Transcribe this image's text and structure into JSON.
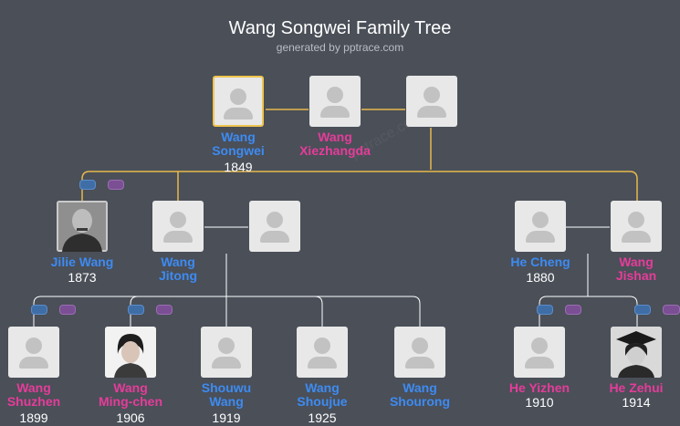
{
  "header": {
    "title": "Wang Songwei Family Tree",
    "subtitle": "generated by pptrace.com",
    "watermark": "pptrace.com"
  },
  "colors": {
    "background": "#4a4f58",
    "male": "#3d8bf2",
    "female": "#e63c9a",
    "root_highlight": "#f0c44d",
    "line_gold": "#e8b84a",
    "line_white": "#ffffff"
  },
  "people": {
    "wang_songwei": {
      "name1": "Wang",
      "name2": "Songwei",
      "year": "1849",
      "gender": "male",
      "icon": "person-placeholder"
    },
    "wang_xiezhangda": {
      "name1": "Wang",
      "name2": "Xiezhangda",
      "year": "",
      "gender": "female",
      "icon": "person-placeholder"
    },
    "spouse_unnamed": {
      "icon": "person-placeholder"
    },
    "jilie_wang": {
      "name1": "Jilie Wang",
      "year": "1873",
      "gender": "male",
      "icon": "photo-elderly-man"
    },
    "wang_jitong": {
      "name1": "Wang",
      "name2": "Jitong",
      "year": "",
      "gender": "male",
      "icon": "person-placeholder"
    },
    "jitong_spouse": {
      "icon": "person-placeholder"
    },
    "he_cheng": {
      "name1": "He Cheng",
      "year": "1880",
      "gender": "male",
      "icon": "person-placeholder"
    },
    "wang_jishan": {
      "name1": "Wang",
      "name2": "Jishan",
      "year": "",
      "gender": "female",
      "icon": "person-placeholder"
    },
    "wang_shuzhen": {
      "name1": "Wang",
      "name2": "Shuzhen",
      "year": "1899",
      "gender": "female",
      "icon": "person-placeholder"
    },
    "wang_mingchen": {
      "name1": "Wang",
      "name2": "Ming-chen",
      "year": "1906",
      "gender": "female",
      "icon": "photo-young-woman"
    },
    "shouwu_wang": {
      "name1": "Shouwu",
      "name2": "Wang",
      "year": "1919",
      "gender": "male",
      "icon": "person-placeholder"
    },
    "wang_shoujue": {
      "name1": "Wang",
      "name2": "Shoujue",
      "year": "1925",
      "gender": "male",
      "icon": "person-placeholder"
    },
    "wang_shourong": {
      "name1": "Wang",
      "name2": "Shourong",
      "year": "",
      "gender": "male",
      "icon": "person-placeholder"
    },
    "he_yizhen": {
      "name1": "He Yizhen",
      "year": "1910",
      "gender": "female",
      "icon": "person-placeholder"
    },
    "he_zehui": {
      "name1": "He Zehui",
      "year": "1914",
      "gender": "female",
      "icon": "photo-graduate-woman"
    }
  }
}
